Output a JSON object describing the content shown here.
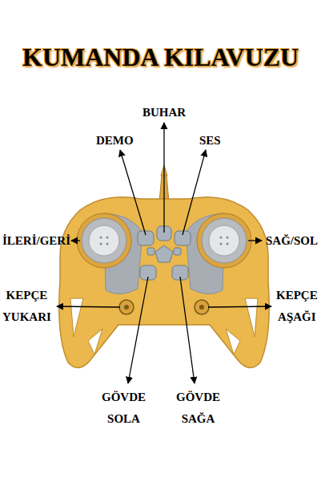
{
  "diagram": {
    "title": "KUMANDA KILAVUZU",
    "labels": [
      "BUHAR",
      "DEMO",
      "SES",
      "İLERİ/GERİ",
      "SAĞ/SOL",
      "KEPÇE YUKARI",
      "KEPÇE AŞAĞI",
      "GÖVDE SOLA",
      "GÖVDE SAĞA"
    ]
  }
}
